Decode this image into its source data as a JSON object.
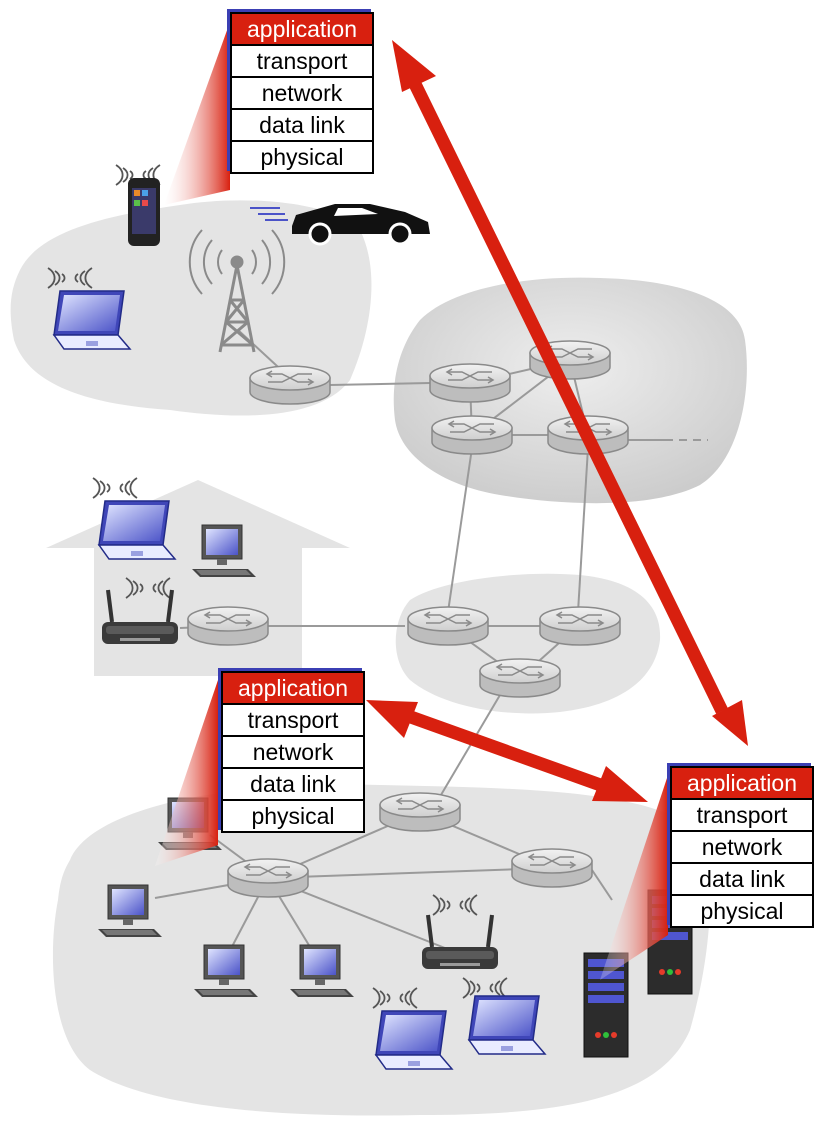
{
  "stacks": {
    "top": {
      "layers": [
        "application",
        "transport",
        "network",
        "data link",
        "physical"
      ]
    },
    "middle": {
      "layers": [
        "application",
        "transport",
        "network",
        "data link",
        "physical"
      ]
    },
    "server": {
      "layers": [
        "application",
        "transport",
        "network",
        "data link",
        "physical"
      ]
    }
  },
  "colors": {
    "arrow": "#d8200f",
    "application_layer": "#d8200f",
    "stack_shadow": "#3b3fb4",
    "network_cloud": "#e4e4e4",
    "core_cloud": "#cfcfcf",
    "router": "#e2e2e2",
    "link": "#9a9a9a"
  }
}
